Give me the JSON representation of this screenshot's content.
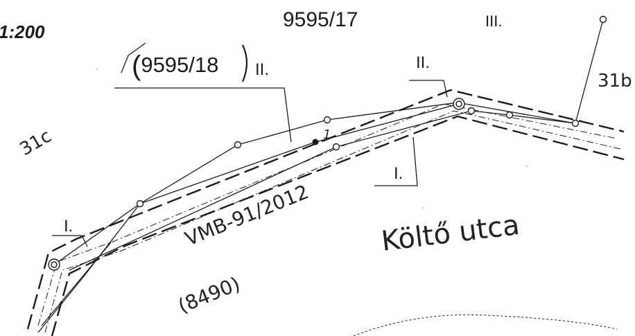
{
  "scale": "1:200",
  "parcels": {
    "north": "9595/17",
    "north_paren": "9595/18",
    "south": "(8490)"
  },
  "street": "Költő utca",
  "permit": "VMB-91/2012",
  "points": {
    "left": "31c",
    "right": "31b",
    "marker": "1"
  },
  "zones": {
    "z1_left": "I.",
    "z1_middle": "I.",
    "z2_left": "II.",
    "z2_right": "II.",
    "z3": "III."
  },
  "colors": {
    "ink": "#1a1a1a",
    "paper": "#ffffff"
  }
}
